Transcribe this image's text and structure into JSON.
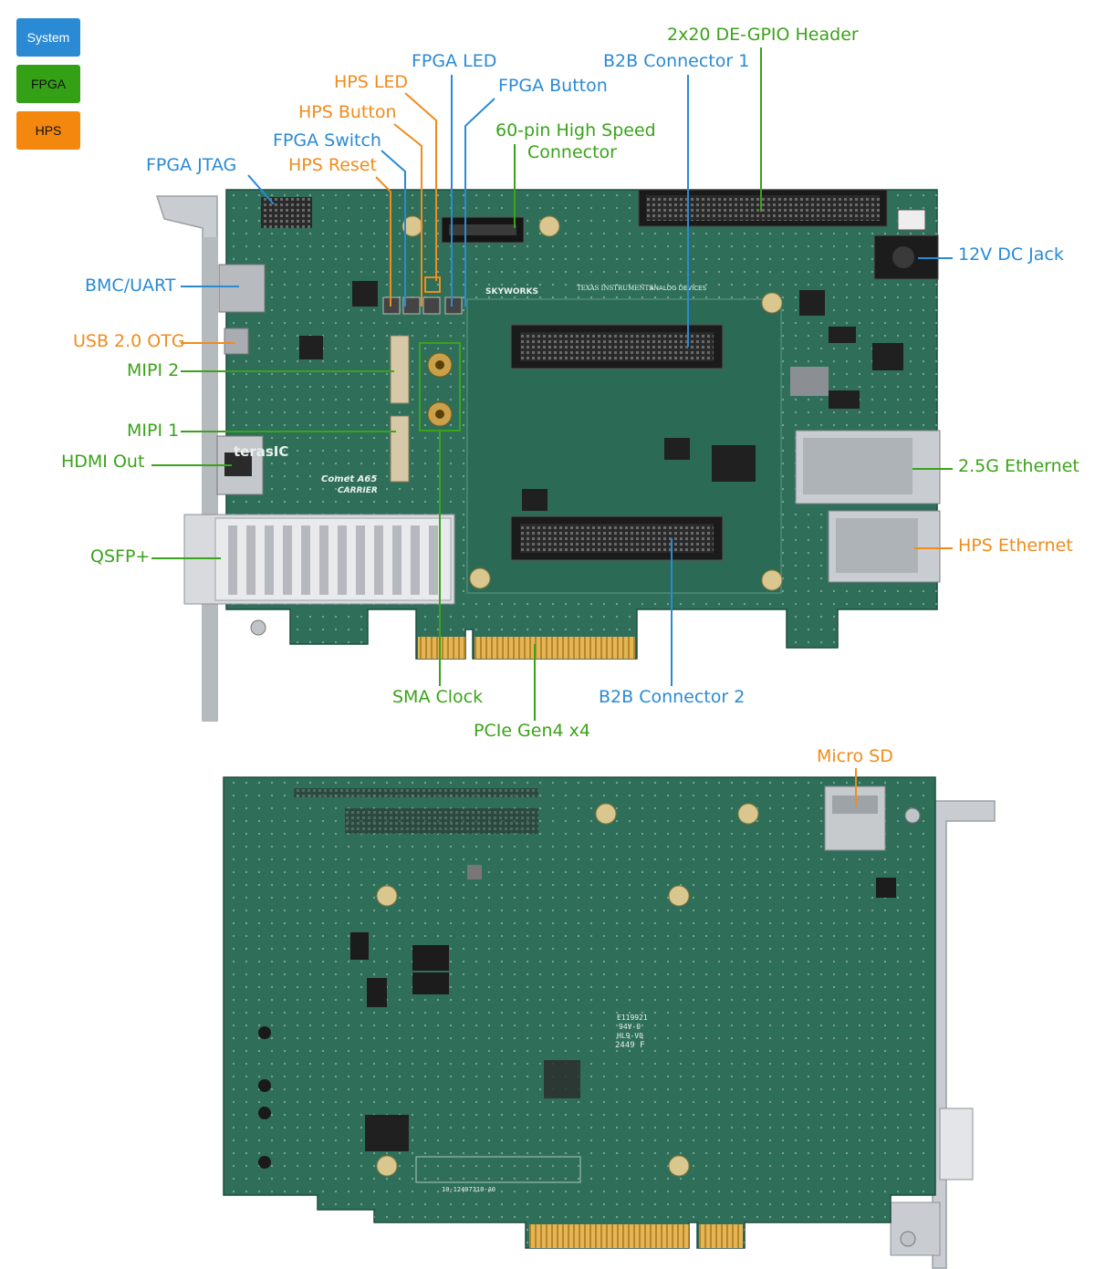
{
  "colors": {
    "system": "#2a8ad4",
    "fpga": "#3aa31a",
    "hps": "#f08c1c",
    "pcb": "#2f6f5a"
  },
  "legend": {
    "system": "System",
    "fpga": "FPGA",
    "hps": "HPS"
  },
  "labels": {
    "gpio_header": "2x20 DE-GPIO Header",
    "fpga_led": "FPGA LED",
    "b2b_connector_1": "B2B Connector 1",
    "hps_led": "HPS LED",
    "fpga_button": "FPGA Button",
    "hps_button": "HPS Button",
    "high_speed_connector_line1": "60-pin High Speed",
    "high_speed_connector_line2": "Connector",
    "fpga_switch": "FPGA Switch",
    "fpga_jtag": "FPGA JTAG",
    "hps_reset": "HPS Reset",
    "dc_jack": "12V DC Jack",
    "bmc_uart": "BMC/UART",
    "usb_otg": "USB 2.0 OTG",
    "mipi2": "MIPI 2",
    "mipi1": "MIPI 1",
    "hdmi_out": "HDMI Out",
    "ethernet_25g": "2.5G Ethernet",
    "hps_ethernet": "HPS Ethernet",
    "qsfp": "QSFP+",
    "sma_clock": "SMA Clock",
    "b2b_connector_2": "B2B Connector 2",
    "pcie": "PCIe Gen4 x4",
    "micro_sd": "Micro SD"
  },
  "board_print": {
    "brand": "terasIC",
    "model_line1": "Comet A65",
    "model_line2": "CARRIER",
    "skyworks": "SKYWORKS",
    "ti": "TEXAS INSTRUMENTS",
    "adi": "ANALOG DEVICES",
    "back_marking_1": "E119921",
    "back_marking_2": "94V-0",
    "back_marking_3": "HL9-V0",
    "back_marking_4": "2449 F",
    "back_part": "10-12407310-A0"
  }
}
